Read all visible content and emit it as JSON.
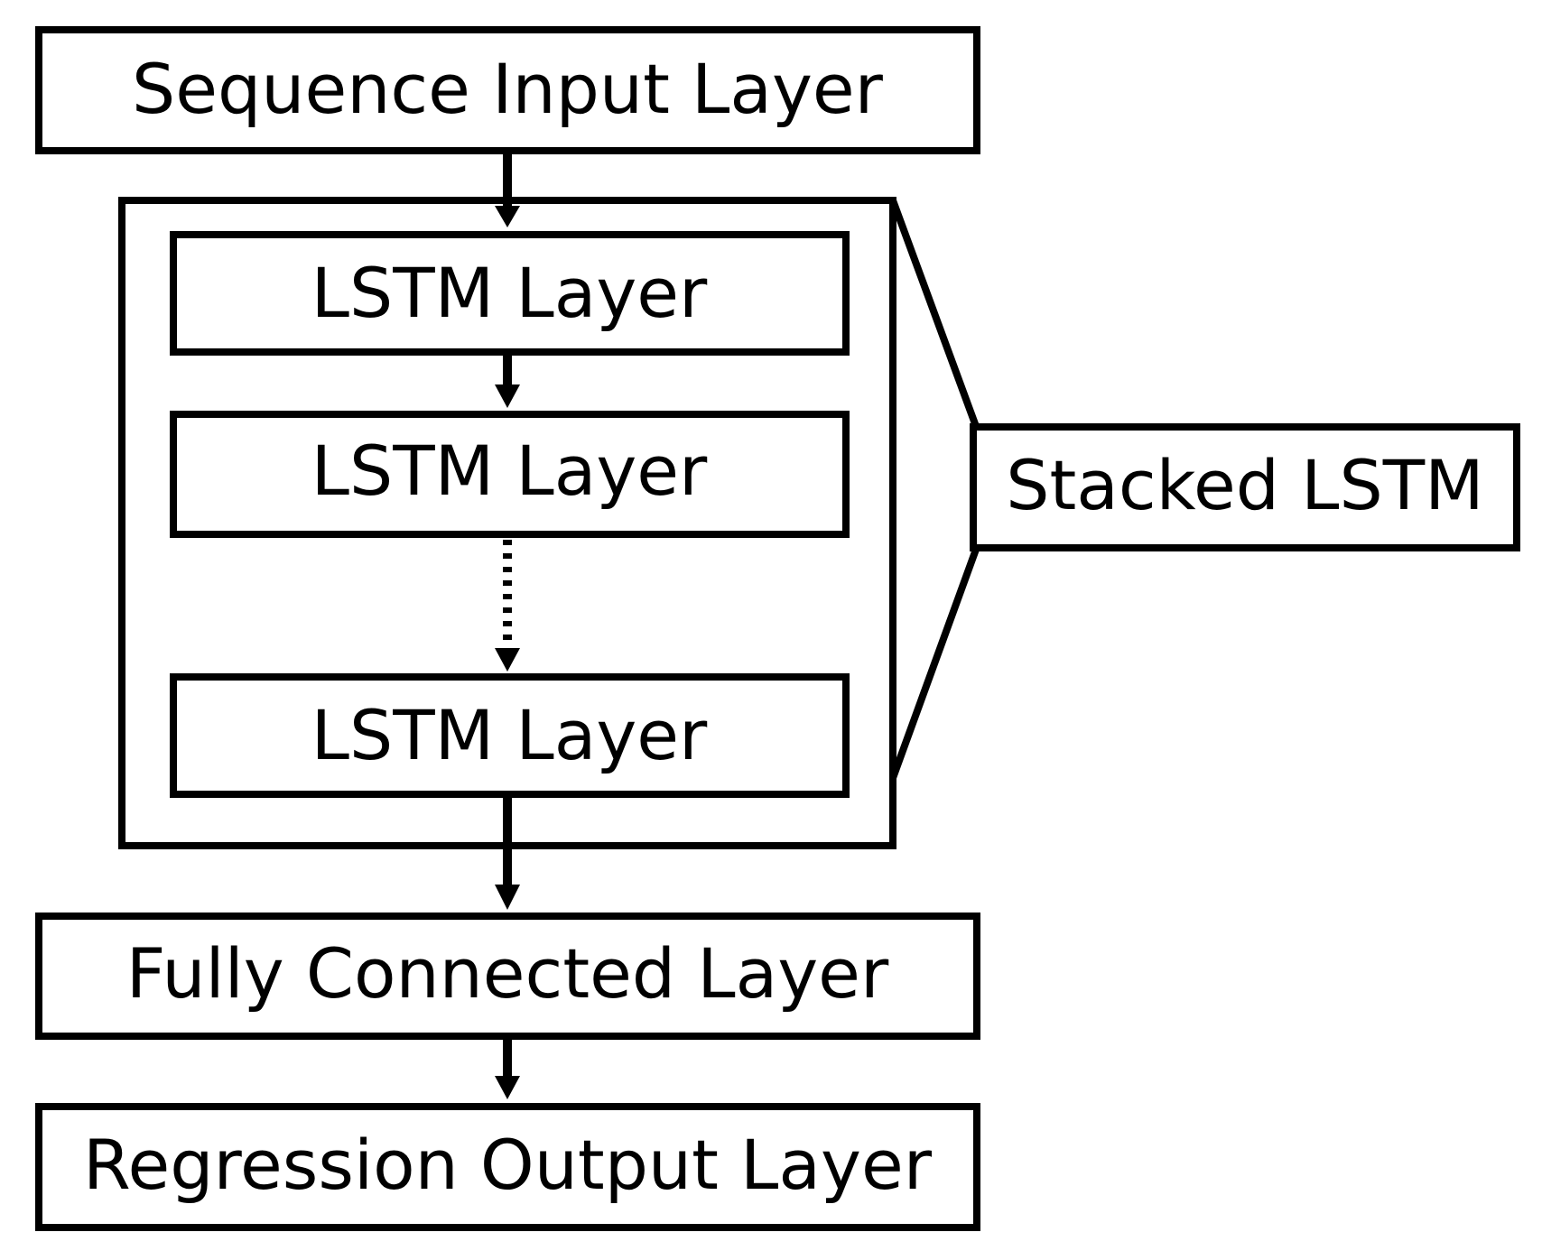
{
  "layers": {
    "input": "Sequence Input Layer",
    "lstm_1": "LSTM Layer",
    "lstm_2": "LSTM Layer",
    "lstm_n": "LSTM Layer",
    "fully_connected": "Fully Connected Layer",
    "regression_output": "Regression Output Layer"
  },
  "group_label": "Stacked LSTM",
  "colors": {
    "stroke": "#000000",
    "fill": "#ffffff",
    "text": "#000000"
  }
}
